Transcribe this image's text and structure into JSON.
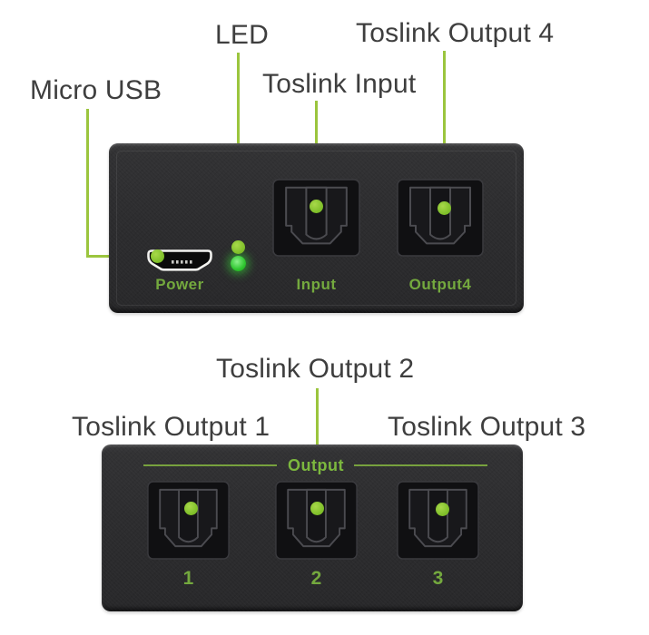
{
  "title": "Toslink audio splitter port callout diagram",
  "colors": {
    "accent_green": "#9bc53e",
    "marker_green": "#7cbd27",
    "panel_text_green": "#74a93e",
    "led_green": "#2ec52e",
    "label_gray": "#3e3e3e",
    "case_dark": "#2d2d2f"
  },
  "top_view": {
    "callouts": [
      {
        "label": "Micro USB"
      },
      {
        "label": "LED"
      },
      {
        "label": "Toslink Input"
      },
      {
        "label": "Toslink Output 4"
      }
    ],
    "panel": {
      "power_label": "Power",
      "input_label": "Input",
      "output4_label": "Output4"
    }
  },
  "bottom_view": {
    "callouts": [
      {
        "label": "Toslink Output 1"
      },
      {
        "label": "Toslink Output 2"
      },
      {
        "label": "Toslink Output 3"
      }
    ],
    "panel": {
      "group_label": "Output",
      "port_numbers": [
        "1",
        "2",
        "3"
      ]
    }
  }
}
